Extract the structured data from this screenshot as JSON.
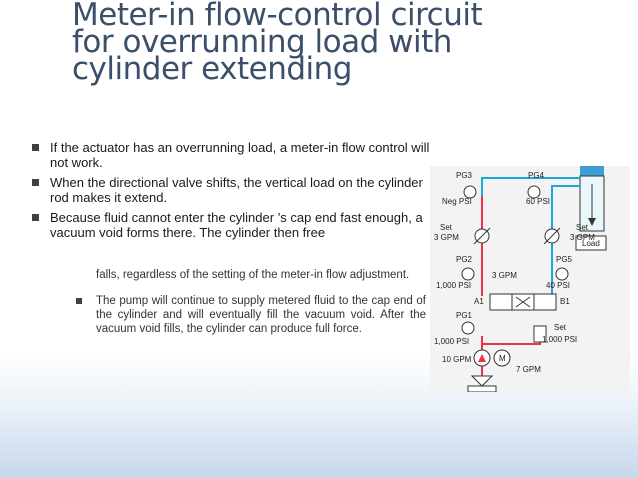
{
  "title": {
    "line1": "Meter-in flow-control circuit",
    "line2": "for overrunning  load with",
    "line3": "cylinder extending"
  },
  "bullets": [
    {
      "text": "If the actuator has an overrunning load, a meter-in flow control will not work."
    },
    {
      "text": "When the directional valve shifts, the vertical load on the cylinder rod makes it extend."
    },
    {
      "text": "Because fluid cannot enter the cylinder ’s cap end fast  enough, a vacuum void forms there. The cylinder then free"
    }
  ],
  "continuation": "falls, regardless of the setting of the meter-in flow adjustment.",
  "sub_bullet": "The pump will continue to supply metered fluid to the cap end of the cylinder and will eventually fill the vacuum void. After the vacuum void fills, the cylinder can produce full force.",
  "diagram": {
    "load": "Load",
    "pg3": "PG3",
    "pg3_val": "Neg PSI",
    "pg4": "PG4",
    "pg4_val": "60 PSI",
    "set_left": "Set",
    "set_left_val": "3 GPM",
    "set_right": "Set",
    "set_right_val": "3 GPM",
    "pg2": "PG2",
    "pg2_val": "1,000 PSI",
    "gpm_mid": "3 GPM",
    "pg5": "PG5",
    "pg5_val": "40 PSI",
    "a1": "A1",
    "b1": "B1",
    "pg1": "PG1",
    "pg1_val": "1,000 PSI",
    "set_relief": "Set",
    "set_relief_val": "1,000 PSI",
    "pump_flow": "10 GPM",
    "tank_flow": "7 GPM",
    "colors": {
      "pressure": "#e8334a",
      "line": "#1aa7d8",
      "cylinder": "#3a9fd6"
    }
  }
}
